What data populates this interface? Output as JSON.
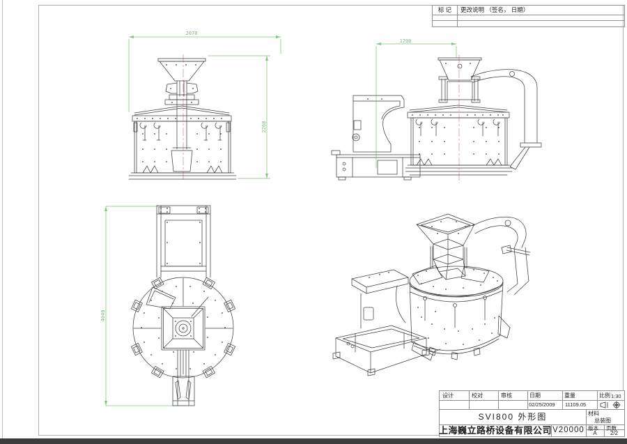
{
  "revision_table": {
    "mark_label": "标  记",
    "description_label": "更改说明 （签名， 日期）"
  },
  "views": {
    "front": {
      "width_dim": "2070",
      "height_dim": "2268"
    },
    "side": {
      "center_dim": "1700"
    },
    "plan": {
      "length_dim": "4040"
    }
  },
  "title_block": {
    "design_label": "设计",
    "check_label": "校对",
    "review_label": "审核",
    "date_label": "日期",
    "date_value": "02/25/2009",
    "weight_label": "重量",
    "weight_value": "11109.05",
    "scale_label": "比例",
    "scale_value": "1:30",
    "material_label": "材料",
    "material_value": "总装图",
    "drawing_title": "SVI800 外形图",
    "company_name": "上海巍立路桥设备有限公司",
    "drawing_number": "V20000",
    "version_label": "版本",
    "version_value": "A",
    "sheet_label": "页数",
    "sheet_value": "2/2"
  },
  "colors": {
    "dimension_green": "#7fc97f",
    "centerline_red": "#de8f8f",
    "line_dark": "#3d3d3d"
  }
}
